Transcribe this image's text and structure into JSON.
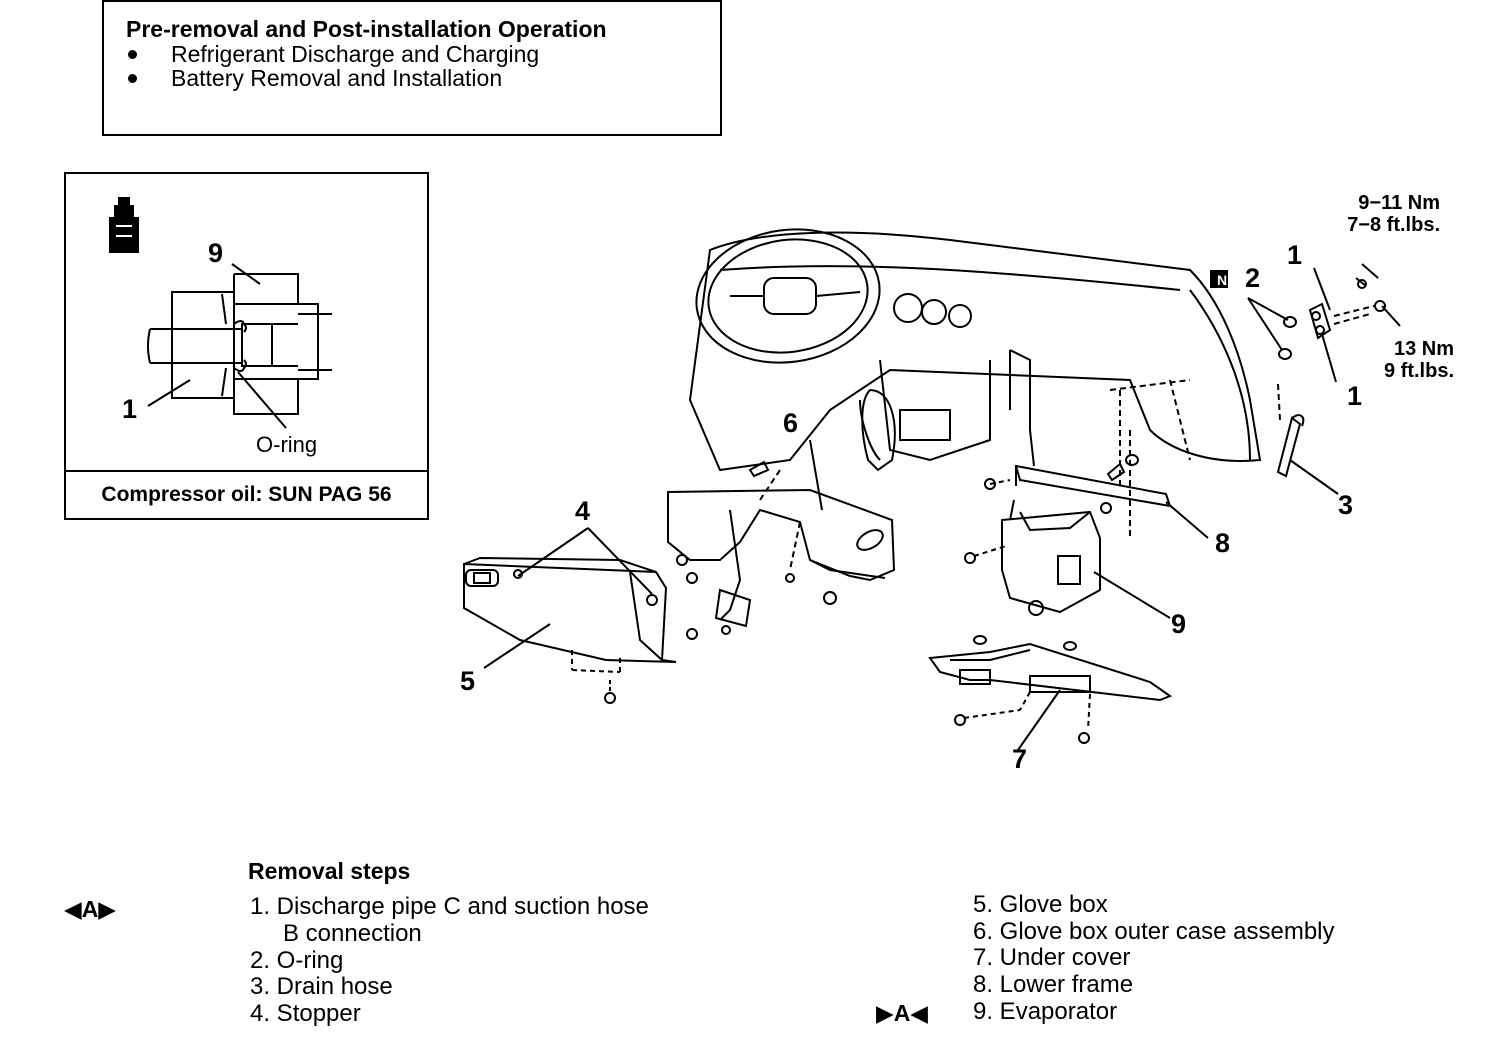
{
  "pre_removal": {
    "title": "Pre-removal and Post-installation Operation",
    "items": [
      "Refrigerant Discharge and Charging",
      "Battery Removal and Installation"
    ]
  },
  "inset": {
    "label_9": "9",
    "label_1": "1",
    "label_oring": "O-ring",
    "oil_note": "Compressor oil: SUN PAG 56",
    "oil_icon": "oil-can-icon"
  },
  "diagram": {
    "callouts": {
      "c1_top": "1",
      "c2": "2",
      "c1_bottom": "1",
      "c3": "3",
      "c4": "4",
      "c5": "5",
      "c6": "6",
      "c7": "7",
      "c8": "8",
      "c9": "9",
      "n_badge": "N"
    },
    "torque_top": [
      "9−11 Nm",
      "7−8 ft.lbs."
    ],
    "torque_right": [
      "13 Nm",
      "9 ft.lbs."
    ]
  },
  "removal": {
    "title": "Removal steps",
    "mark_a_left": "◀A▶",
    "mark_a_right": "▶A◀",
    "left_steps": [
      "1. Discharge pipe C and suction hose",
      "B connection",
      "2. O-ring",
      "3. Drain hose",
      "4. Stopper"
    ],
    "right_steps": [
      "5. Glove box",
      "6. Glove box outer case assembly",
      "7. Under cover",
      "8. Lower frame",
      "9. Evaporator"
    ]
  }
}
